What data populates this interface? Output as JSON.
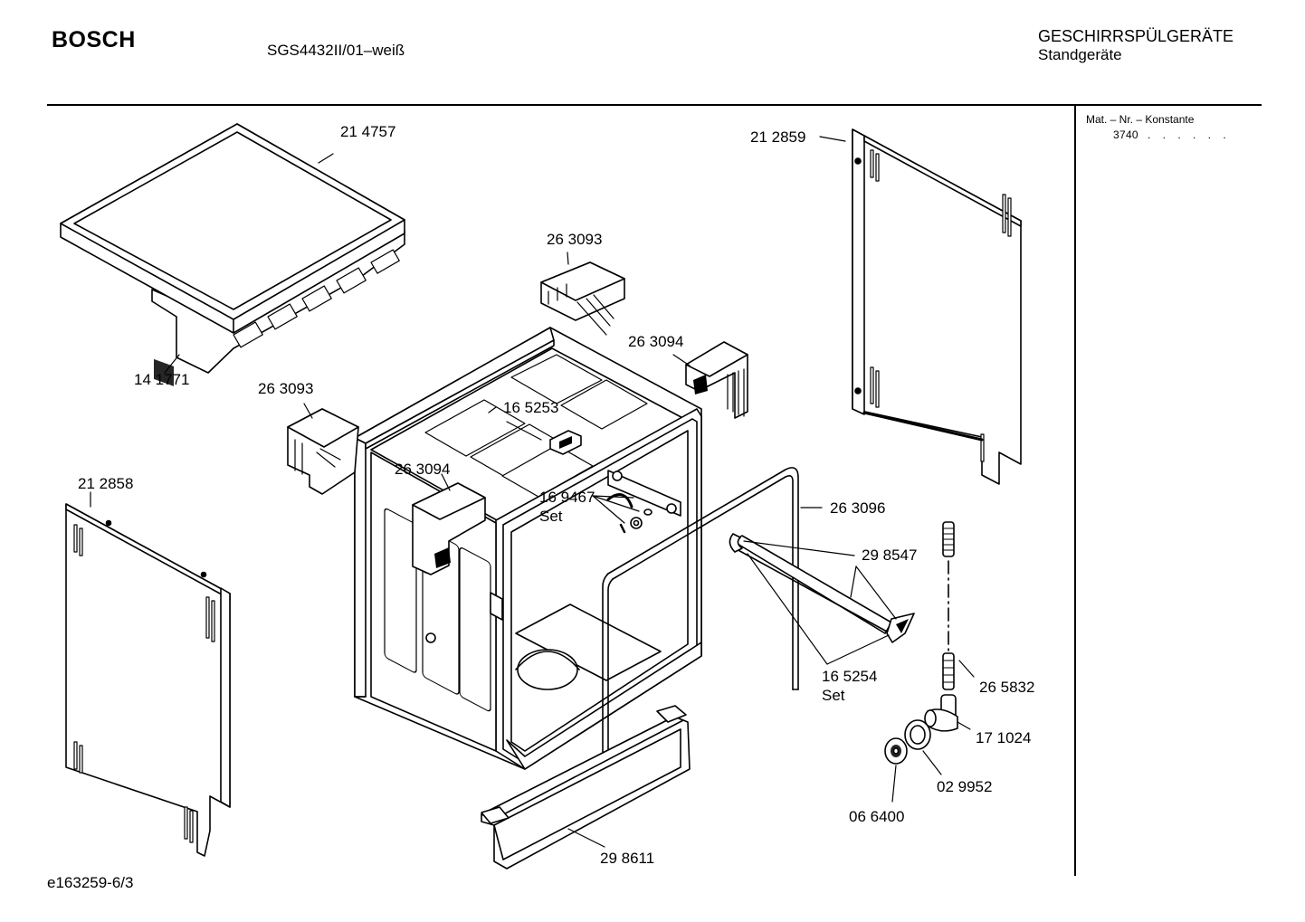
{
  "header": {
    "brand": "BOSCH",
    "model": "SGS4432II/01–weiß",
    "category_line1": "GESCHIRRSPÜLGERÄTE",
    "category_line2": "Standgeräte"
  },
  "side_panel": {
    "heading": "Mat. – Nr. – Konstante",
    "value": "3740",
    "dots": ". . . . . ."
  },
  "footer": {
    "drawing_id": "e163259-6/3"
  },
  "parts": [
    {
      "id": "p214757",
      "number": "21 4757"
    },
    {
      "id": "p141771",
      "number": "14 1771"
    },
    {
      "id": "p263093a",
      "number": "26 3093"
    },
    {
      "id": "p263093b",
      "number": "26 3093"
    },
    {
      "id": "p263094a",
      "number": "26 3094"
    },
    {
      "id": "p263094b",
      "number": "26 3094"
    },
    {
      "id": "p165253",
      "number": "16 5253"
    },
    {
      "id": "p169467",
      "number": "16 9467",
      "note": "Set"
    },
    {
      "id": "p212859",
      "number": "21 2859"
    },
    {
      "id": "p212858",
      "number": "21 2858"
    },
    {
      "id": "p263096",
      "number": "26 3096"
    },
    {
      "id": "p298547",
      "number": "29 8547"
    },
    {
      "id": "p165254",
      "number": "16 5254",
      "note": "Set"
    },
    {
      "id": "p265832",
      "number": "26 5832"
    },
    {
      "id": "p171024",
      "number": "17 1024"
    },
    {
      "id": "p029952",
      "number": "02 9952"
    },
    {
      "id": "p066400",
      "number": "06 6400"
    },
    {
      "id": "p298611",
      "number": "29 8611"
    }
  ]
}
